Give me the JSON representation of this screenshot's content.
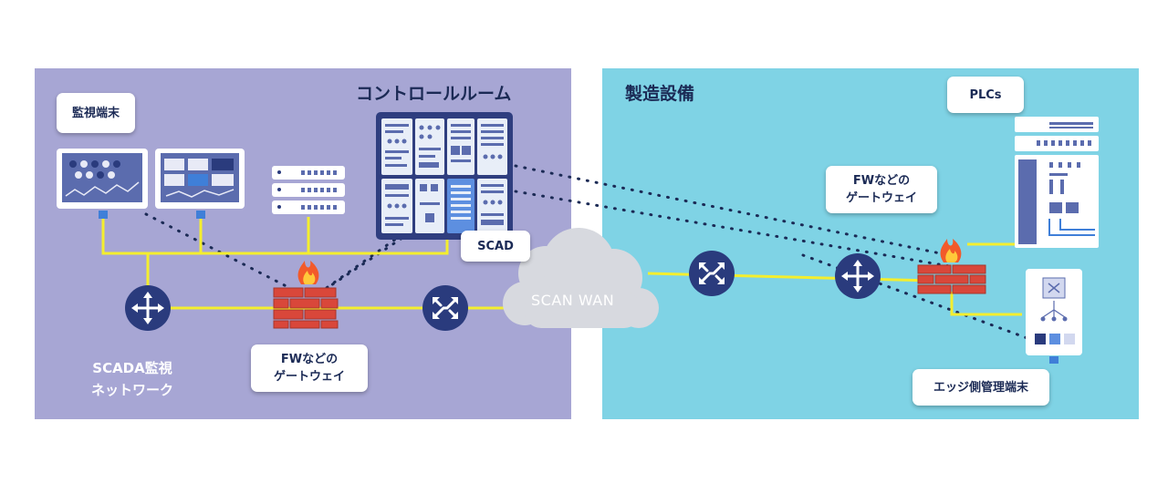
{
  "zones": {
    "left": {
      "title": "コントロールルーム",
      "network_label_line1": "SCADA監視",
      "network_label_line2": "ネットワーク"
    },
    "right": {
      "title": "製造設備"
    }
  },
  "callouts": {
    "monitor_terminal": "監視端末",
    "scad": "SCAD",
    "fw_left_line1": "FWなどの",
    "fw_left_line2": "ゲートウェイ",
    "fw_right_line1": "FWなどの",
    "fw_right_line2": "ゲートウェイ",
    "plcs": "PLCs",
    "edge_terminal": "エッジ側管理端末"
  },
  "cloud": {
    "label": "SCAN WAN"
  },
  "icons": [
    "monitor-icon",
    "server-icon",
    "control-panel-icon",
    "router-icon",
    "firewall-icon",
    "cloud-icon",
    "plc-rack-icon",
    "edge-terminal-icon"
  ],
  "colors": {
    "left_zone": "#a7a6d4",
    "right_zone": "#7fd3e5",
    "link": "#f4ee2e",
    "router": "#2a3b7d",
    "dotted": "#1b2a55",
    "firewall": "#d9473a"
  }
}
